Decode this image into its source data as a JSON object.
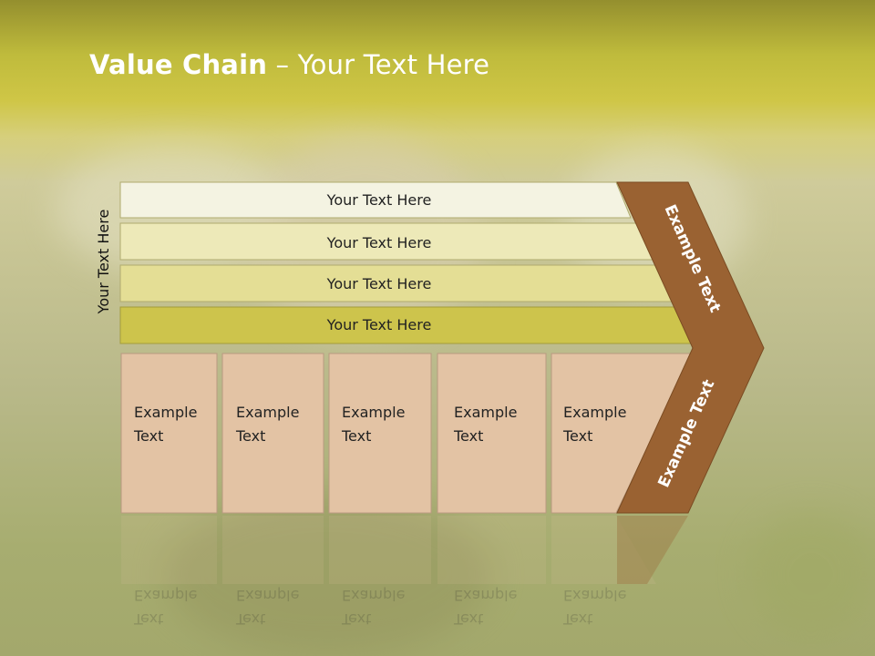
{
  "slide": {
    "title_bold": "Value Chain",
    "title_rest": " – Your Text Here",
    "side_label": "Your Text Here"
  },
  "rows": [
    {
      "label": "Your Text Here",
      "color": "#f4f3e2"
    },
    {
      "label": "Your Text Here",
      "color": "#ede9b8"
    },
    {
      "label": "Your Text Here",
      "color": "#e4de95"
    },
    {
      "label": "Your Text Here",
      "color": "#cdc44c"
    }
  ],
  "boxes": [
    {
      "line1": "Example",
      "line2": "Text"
    },
    {
      "line1": "Example",
      "line2": "Text"
    },
    {
      "line1": "Example",
      "line2": "Text"
    },
    {
      "line1": "Example",
      "line2": "Text"
    },
    {
      "line1": "Example",
      "line2": "Text"
    }
  ],
  "arrow": {
    "upper_label": "Example Text",
    "lower_label": "Example Text",
    "color": "#9a6232"
  },
  "colors": {
    "box_fill": "#e3c3a4",
    "box_stroke": "#b89a80"
  }
}
